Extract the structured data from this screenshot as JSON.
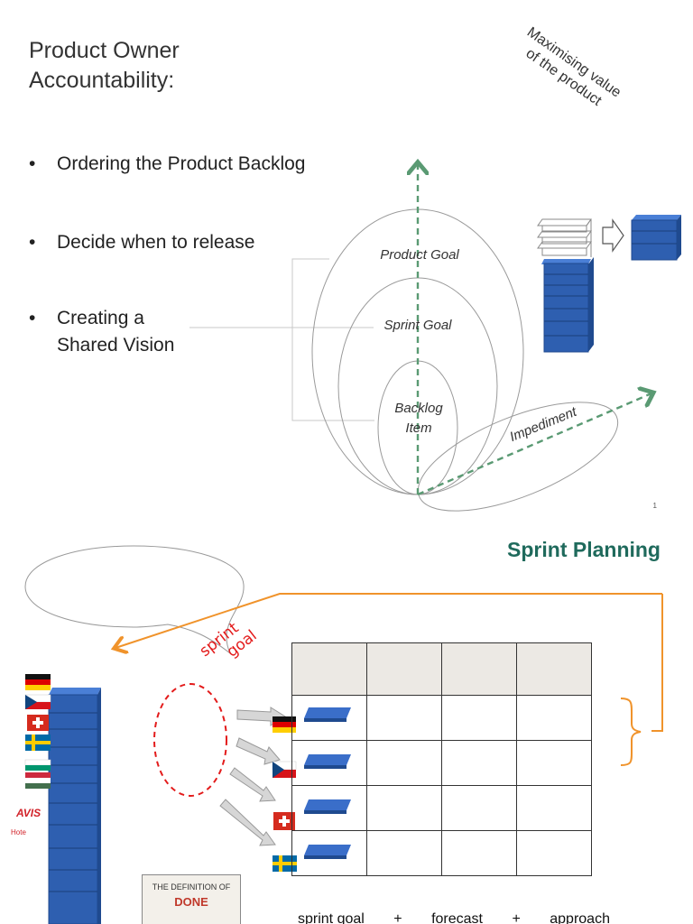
{
  "slide1": {
    "title_line1": "Product Owner",
    "title_line2": "Accountability:",
    "bullets": [
      {
        "marker": "•",
        "lines": [
          "Ordering the Product Backlog"
        ]
      },
      {
        "marker": "•",
        "lines": [
          "Decide when to release"
        ]
      },
      {
        "marker": "•",
        "lines": [
          "Creating a",
          "Shared Vision"
        ]
      }
    ],
    "maximising_line1": "Maximising value",
    "maximising_line2": "of the product",
    "ellipse_labels": {
      "product_goal": "Product Goal",
      "sprint_goal": "Sprint Goal",
      "backlog_item_line1": "Backlog",
      "backlog_item_line2": "Item",
      "impediment": "Impediment"
    },
    "page_number": "1",
    "colors": {
      "arrow": "#5a9a73",
      "block_blue": "#2e5fb0",
      "block_blue_dark": "#1f4a8f"
    }
  },
  "slide2": {
    "title": "Sprint Planning",
    "sprint_goal_line1": "sprint",
    "sprint_goal_line2": "goal",
    "bottom_terms": [
      "sprint goal",
      "+",
      "forecast",
      "+",
      "approach"
    ],
    "dod_line1": "THE DEFINITION OF",
    "dod_line2": "DONE",
    "avis_text": "AVIS",
    "hotel_text": "Hote",
    "colors": {
      "title": "#1f6a5c",
      "orange": "#f0932b",
      "red": "#e31b1b",
      "table_head": "#ece9e4"
    }
  }
}
